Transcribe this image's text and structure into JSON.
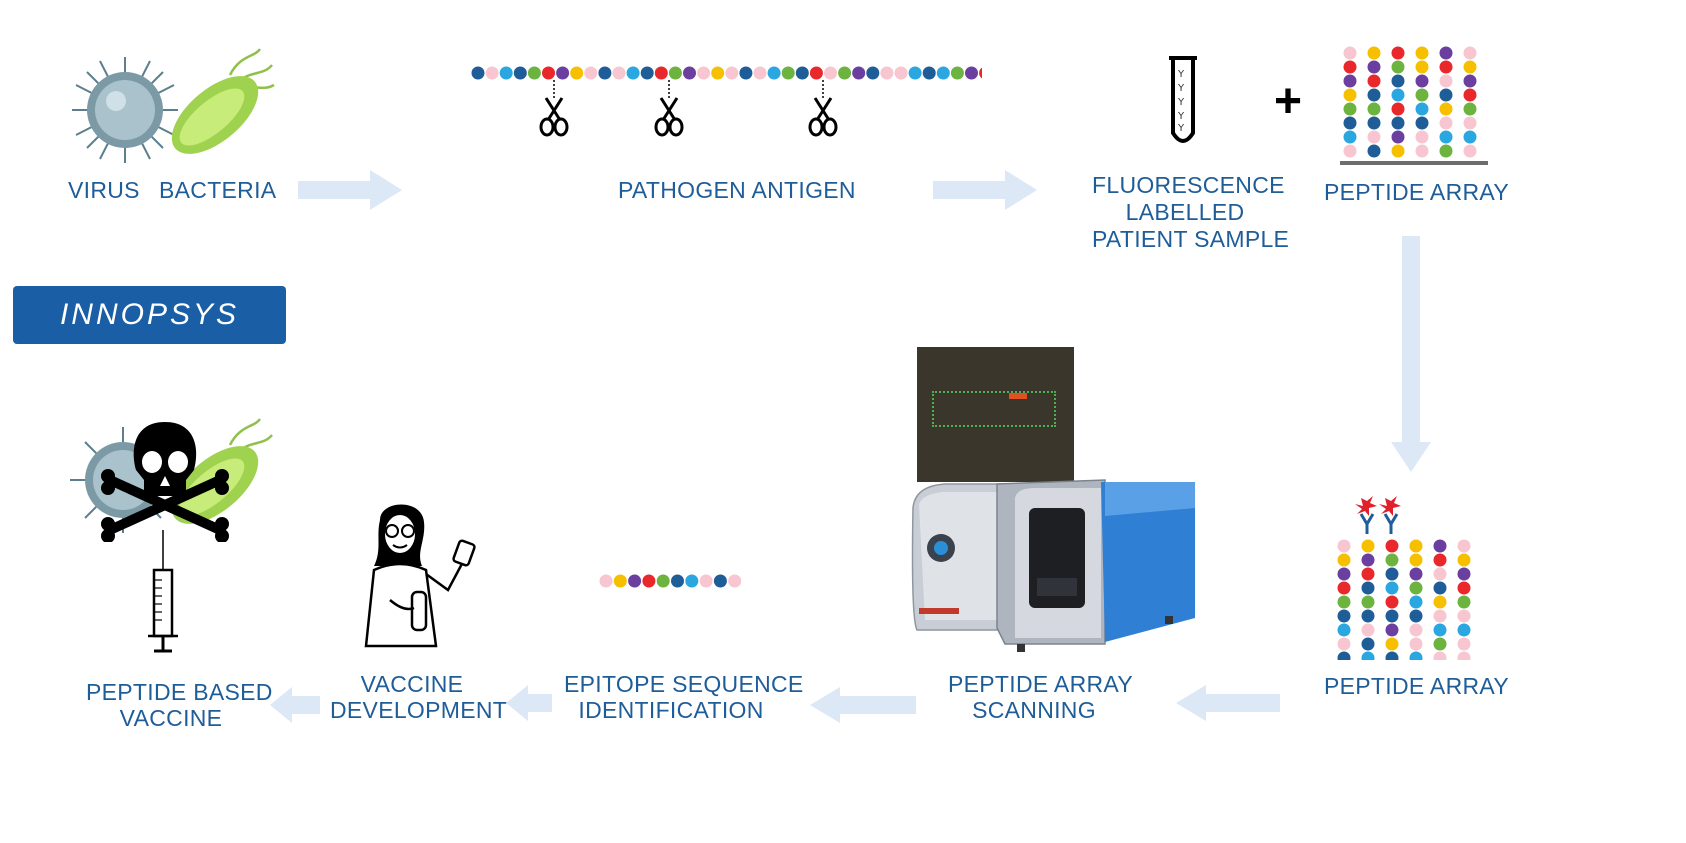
{
  "brand": {
    "logo_text": "INNOPSYS",
    "color": "#1a5ea6"
  },
  "labels": {
    "virus": "VIRUS",
    "bacteria": "BACTERIA",
    "pathogen_antigen": "PATHOGEN ANTIGEN",
    "fluorescence": "FLUORESCENCE",
    "labelled": "LABELLED",
    "patient_sample": "PATIENT SAMPLE",
    "peptide_array_top": "PEPTIDE ARRAY",
    "peptide_array_bottom": "PEPTIDE ARRAY",
    "scanning_line1": "PEPTIDE ARRAY",
    "scanning_line2": "SCANNING",
    "epitope_line1": "EPITOPE SEQUENCE",
    "epitope_line2": "IDENTIFICATION",
    "vaccine_dev_line1": "VACCINE",
    "vaccine_dev_line2": "DEVELOPMENT",
    "peptide_vaccine_line1": "PEPTIDE BASED",
    "peptide_vaccine_line2": "VACCINE",
    "plus": "+"
  },
  "colors": {
    "label": "#1f5d99",
    "arrow": "#dce8f6",
    "bead_palette": [
      "#1f5d99",
      "#f7c6d0",
      "#2aa7e0",
      "#6cb33f",
      "#e8282b",
      "#6b3fa0",
      "#f6c000"
    ]
  },
  "icons": [
    "virus-icon",
    "bacteria-icon",
    "scissors-icon",
    "test-tube-icon",
    "skull-crossbones-icon",
    "syringe-icon",
    "scientist-icon",
    "scanner-device"
  ]
}
